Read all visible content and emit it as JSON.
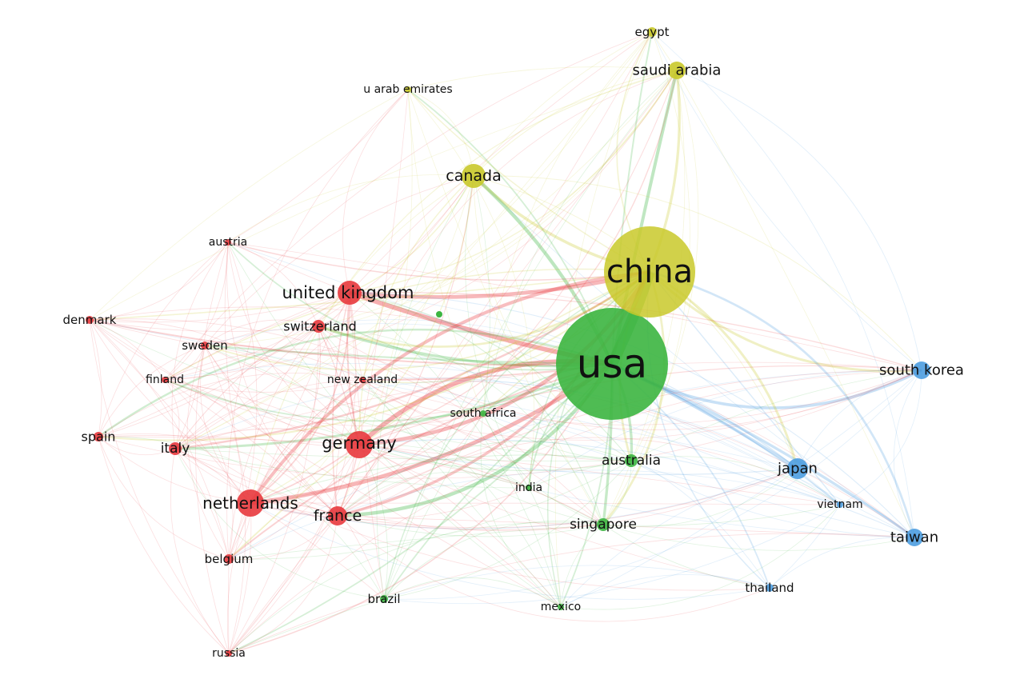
{
  "colors": {
    "red": "#e8383d",
    "green": "#3cb540",
    "yellow": "#c9c92a",
    "blue": "#4d9de0"
  },
  "nodes": [
    {
      "id": "usa",
      "label": "usa",
      "cluster": "green",
      "weight": 10
    },
    {
      "id": "china",
      "label": "china",
      "cluster": "yellow",
      "weight": 8.2
    },
    {
      "id": "united_kingdom",
      "label": "united kingdom",
      "cluster": "red",
      "weight": 3.4
    },
    {
      "id": "germany",
      "label": "germany",
      "cluster": "red",
      "weight": 3.4
    },
    {
      "id": "netherlands",
      "label": "netherlands",
      "cluster": "red",
      "weight": 3.0
    },
    {
      "id": "france",
      "label": "france",
      "cluster": "red",
      "weight": 2.6
    },
    {
      "id": "canada",
      "label": "canada",
      "cluster": "yellow",
      "weight": 2.6
    },
    {
      "id": "saudi_arabia",
      "label": "saudi arabia",
      "cluster": "yellow",
      "weight": 2.4
    },
    {
      "id": "south_korea",
      "label": "south korea",
      "cluster": "blue",
      "weight": 2.2
    },
    {
      "id": "japan",
      "label": "japan",
      "cluster": "blue",
      "weight": 2.2
    },
    {
      "id": "taiwan",
      "label": "taiwan",
      "cluster": "blue",
      "weight": 2.0
    },
    {
      "id": "australia",
      "label": "australia",
      "cluster": "green",
      "weight": 2.0
    },
    {
      "id": "singapore",
      "label": "singapore",
      "cluster": "green",
      "weight": 2.0
    },
    {
      "id": "switzerland",
      "label": "switzerland",
      "cluster": "red",
      "weight": 2.0
    },
    {
      "id": "italy",
      "label": "italy",
      "cluster": "red",
      "weight": 1.8
    },
    {
      "id": "spain",
      "label": "spain",
      "cluster": "red",
      "weight": 1.5
    },
    {
      "id": "sweden",
      "label": "sweden",
      "cluster": "red",
      "weight": 1.3
    },
    {
      "id": "denmark",
      "label": "denmark",
      "cluster": "red",
      "weight": 1.2
    },
    {
      "id": "finland",
      "label": "finland",
      "cluster": "red",
      "weight": 1.1
    },
    {
      "id": "austria",
      "label": "austria",
      "cluster": "red",
      "weight": 1.1
    },
    {
      "id": "belgium",
      "label": "belgium",
      "cluster": "red",
      "weight": 1.2
    },
    {
      "id": "russia",
      "label": "russia",
      "cluster": "red",
      "weight": 1.1
    },
    {
      "id": "new_zealand",
      "label": "new zealand",
      "cluster": "red",
      "weight": 1.1
    },
    {
      "id": "egypt",
      "label": "egypt",
      "cluster": "yellow",
      "weight": 1.2
    },
    {
      "id": "u_arab_emirates",
      "label": "u arab emirates",
      "cluster": "yellow",
      "weight": 1.1
    },
    {
      "id": "south_africa",
      "label": "south africa",
      "cluster": "green",
      "weight": 1.1
    },
    {
      "id": "india",
      "label": "india",
      "cluster": "green",
      "weight": 1.1
    },
    {
      "id": "brazil",
      "label": "brazil",
      "cluster": "green",
      "weight": 1.1
    },
    {
      "id": "mexico",
      "label": "mexico",
      "cluster": "green",
      "weight": 1.1
    },
    {
      "id": "vietnam",
      "label": "vietnam",
      "cluster": "blue",
      "weight": 1.1
    },
    {
      "id": "thailand",
      "label": "thailand",
      "cluster": "blue",
      "weight": 1.1
    }
  ]
}
